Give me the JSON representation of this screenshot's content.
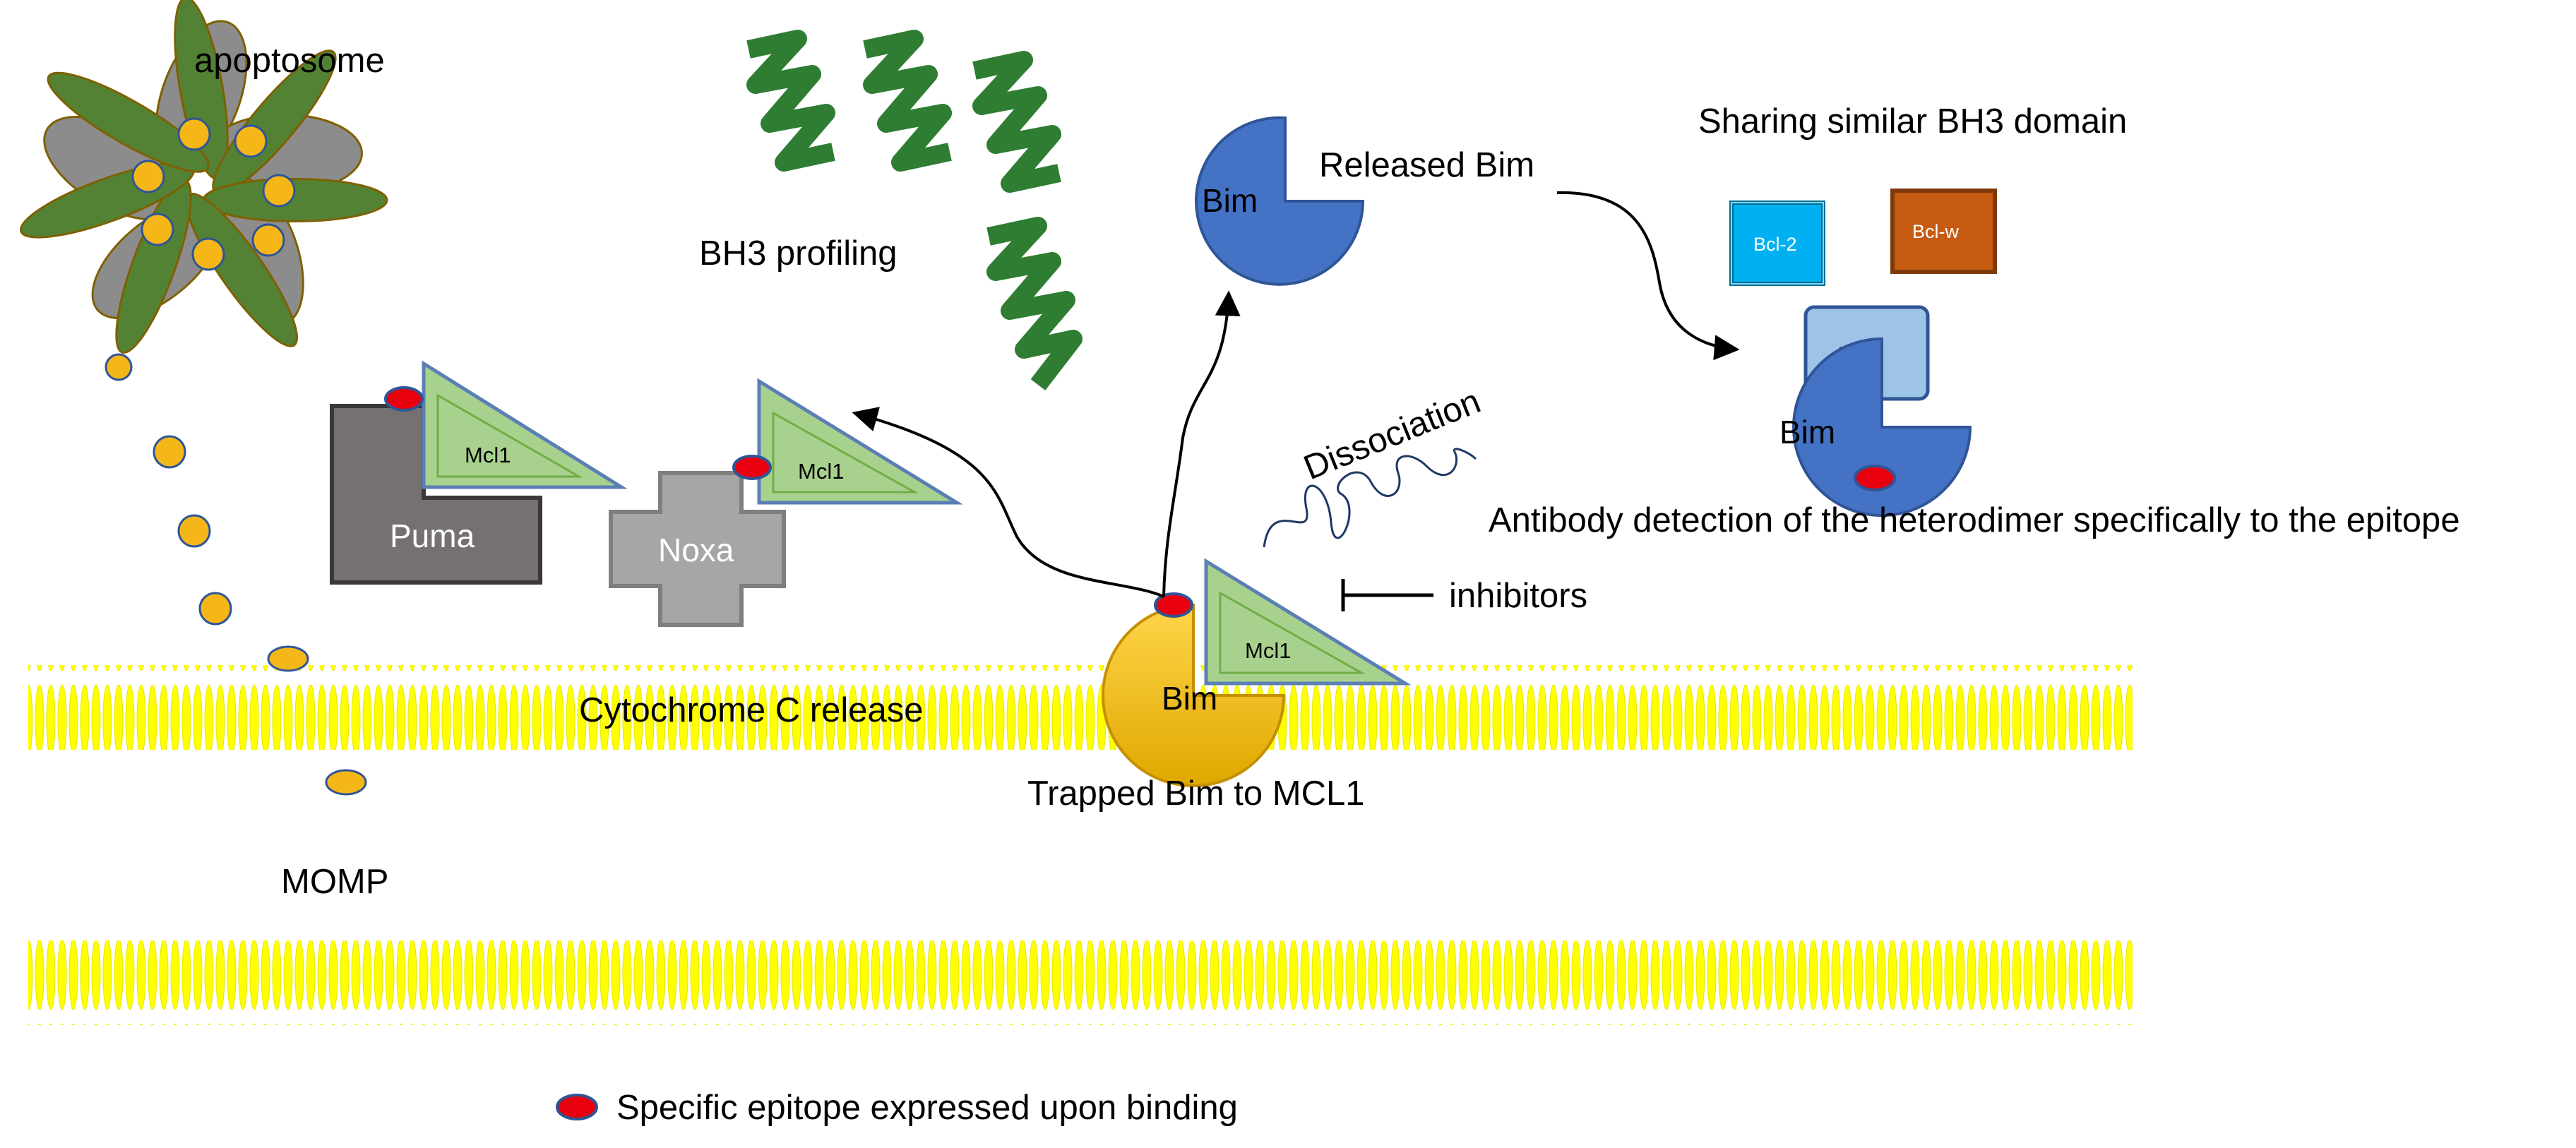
{
  "labels": {
    "apoptosome": "apoptosome",
    "bh3_profiling": "BH3 profiling",
    "released_bim": "Released Bim",
    "sharing_bh3": "Sharing similar BH3 domain",
    "dissociation": "Dissociation",
    "antibody_detection": "Antibody detection of the heterodimer specifically to the epitope",
    "inhibitors": "inhibitors",
    "cytochrome_c": "Cytochrome C release",
    "trapped_bim": "Trapped Bim to MCL1",
    "momp": "MOMP",
    "legend_epitope": "Specific epitope expressed upon binding"
  },
  "proteins": {
    "puma": "Puma",
    "noxa": "Noxa",
    "mcl1": "Mcl1",
    "bim": "Bim",
    "bcl2": "Bcl-2",
    "bclw": "Bcl-w"
  },
  "colors": {
    "membrane": "#ffff00",
    "epitope": "#e8000f",
    "bim_blue": "#4472c4",
    "bim_gold": "#ffc000",
    "mcl1_green": "#a9d18e",
    "puma_gray": "#767171",
    "noxa_gray": "#a6a6a6",
    "helix_green": "#2e7d32",
    "bcl2_cyan": "#00b0f0",
    "bclw_orange": "#c55a11",
    "bcl2_light": "#9dc3e6",
    "cytc_orange": "#f5b617"
  }
}
